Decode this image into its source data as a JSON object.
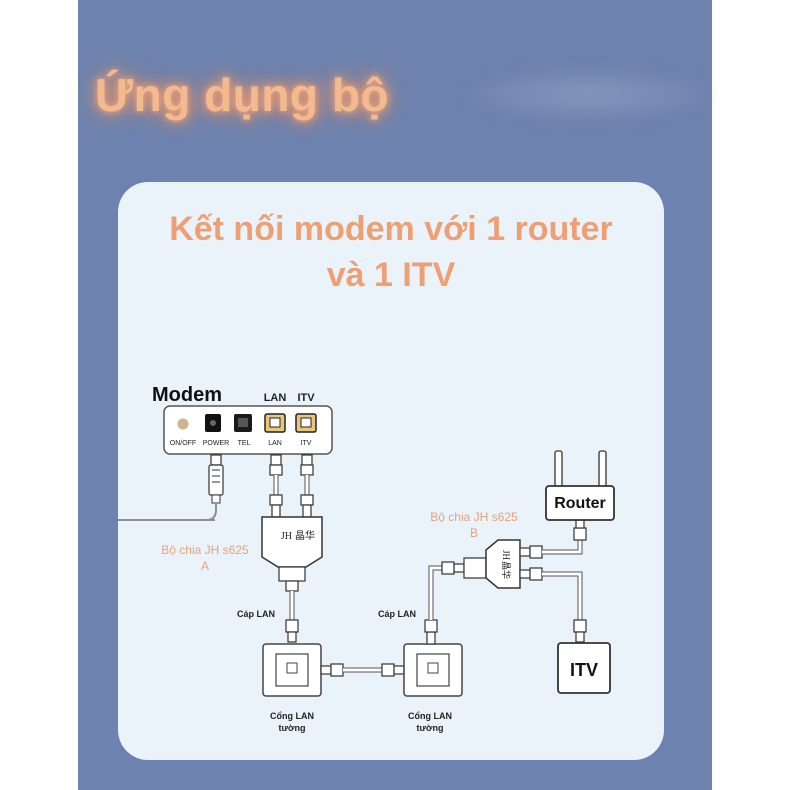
{
  "headline": "Ứng dụng bộ",
  "diagram": {
    "title_line1": "Kết nối modem với 1 router",
    "title_line2": "và 1 ITV",
    "modem_label": "Modem",
    "modem_top_lan": "LAN",
    "modem_top_itv": "ITV",
    "port_onoff": "ON/OFF",
    "port_power": "POWER",
    "port_tel": "TEL",
    "port_lan": "LAN",
    "port_itv": "ITV",
    "splitter_a_line1": "Bộ chia JH s625",
    "splitter_a_line2": "A",
    "splitter_b_line1": "Bộ chia JH s625",
    "splitter_b_line2": "B",
    "splitter_brand": "JH",
    "splitter_brand_cn": "晶华",
    "cable_left": "Cáp LAN",
    "cable_right": "Cáp LAN",
    "wall_left_line1": "Cổng LAN",
    "wall_left_line2": "tường",
    "wall_right_line1": "Cổng LAN",
    "wall_right_line2": "tường",
    "router_label": "Router",
    "itv_label": "ITV"
  },
  "colors": {
    "frame": "#6d82ae",
    "card": "#ebf3fa",
    "title": "#ee9f73",
    "headline": "#f3b98f",
    "accent_label": "#e8a27a"
  }
}
